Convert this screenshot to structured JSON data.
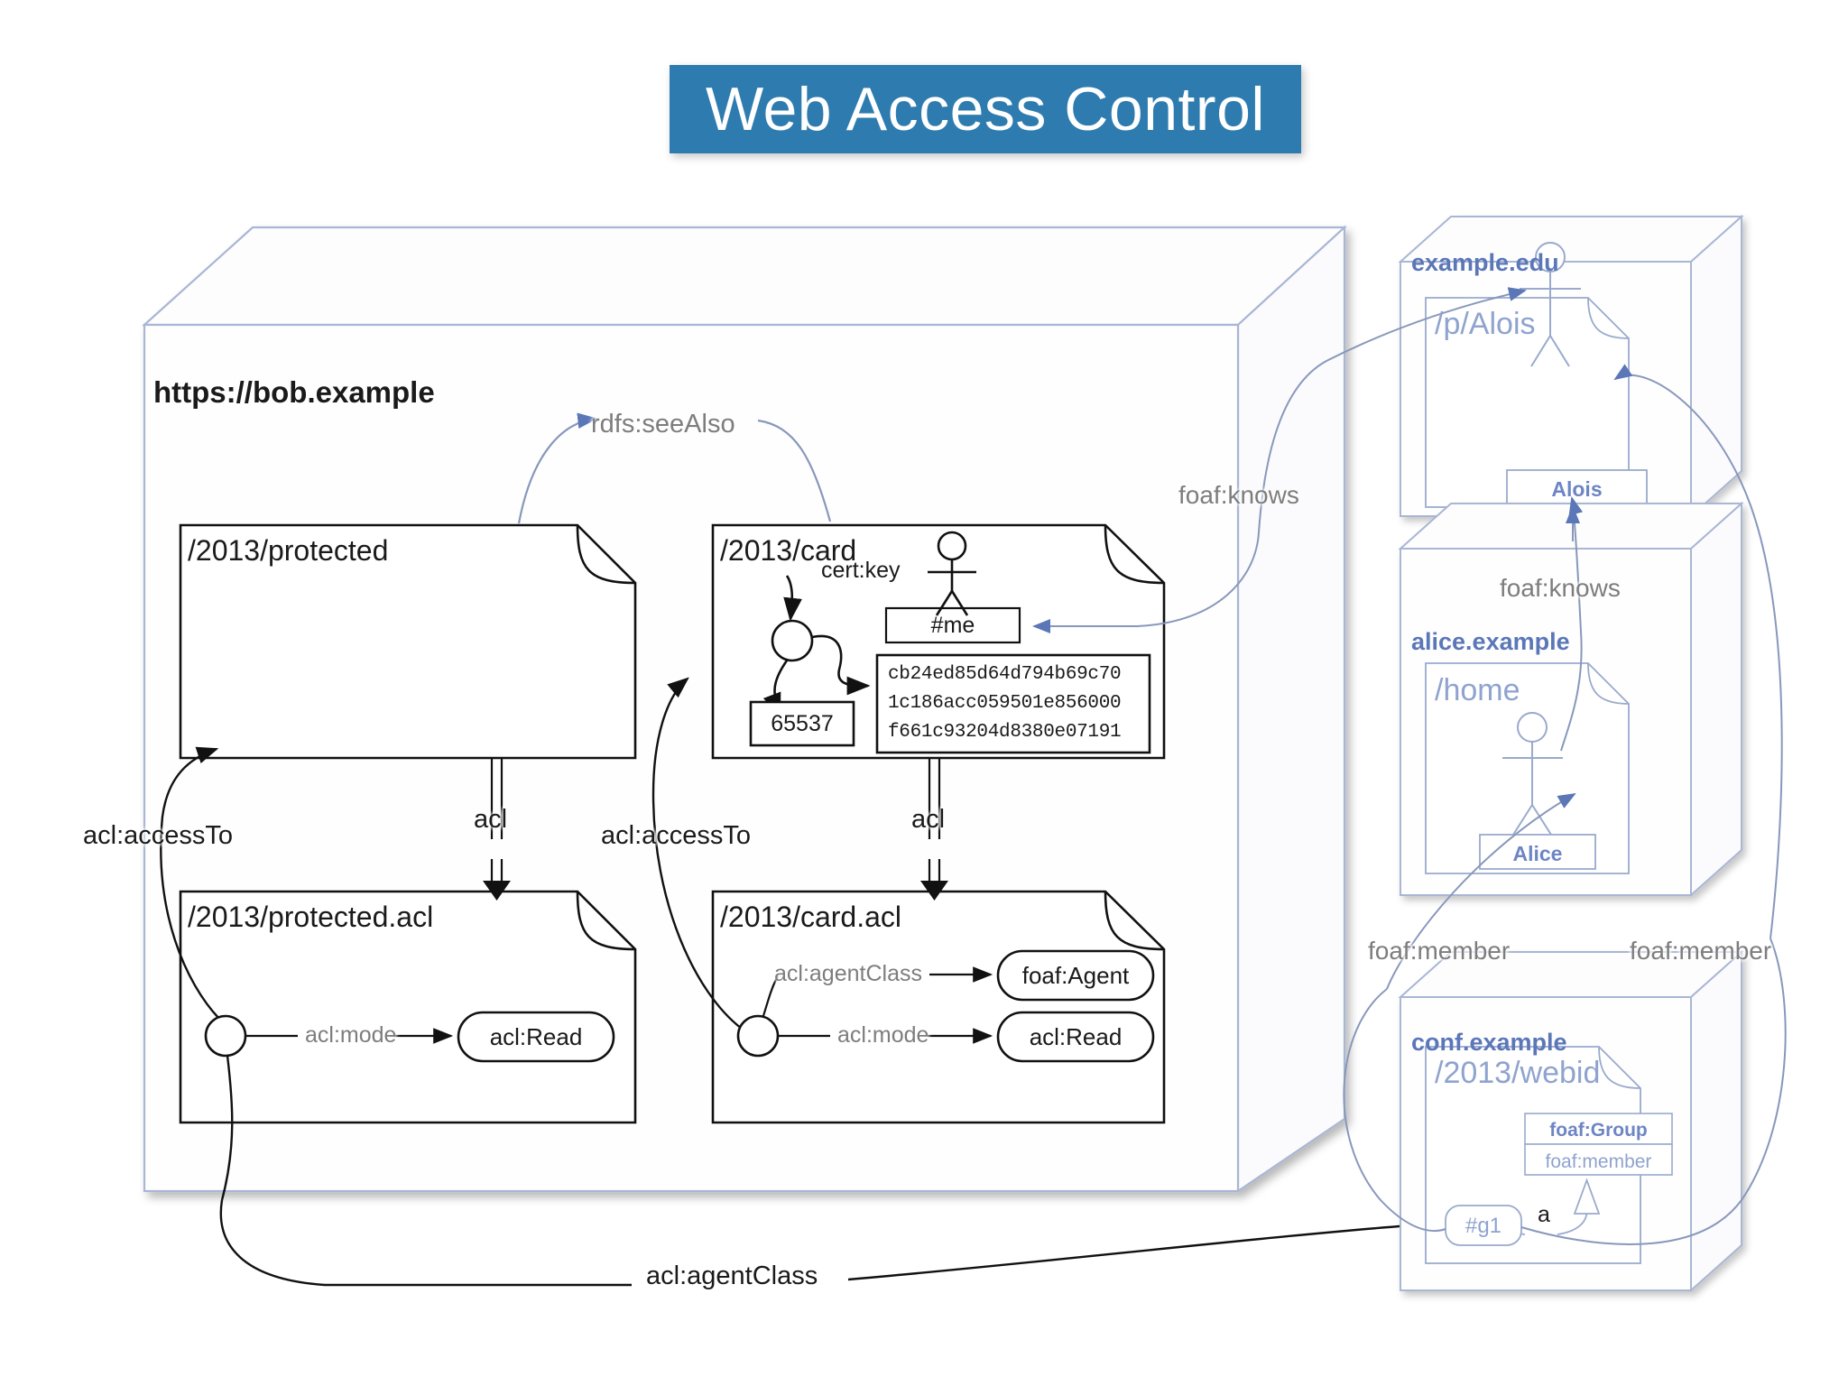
{
  "title": {
    "text": "Web Access Control",
    "banner_color": "#2e7caf",
    "text_color": "#ffffff"
  },
  "colors": {
    "blue_accent": "#5b77b8",
    "light_blue": "#8fa3cf",
    "gray_label": "#7d7d7d",
    "black": "#1a1a1a"
  },
  "main_container": {
    "name": "https://bob.example",
    "documents": [
      {
        "id": "protected",
        "label": "/2013/protected"
      },
      {
        "id": "card",
        "label": "/2013/card"
      },
      {
        "id": "protected_acl",
        "label": "/2013/protected.acl"
      },
      {
        "id": "card_acl",
        "label": "/2013/card.acl"
      }
    ],
    "card_contents": {
      "cert_key_label": "cert:key",
      "me_node": "#me",
      "exponent": "65537",
      "modulus_lines": [
        "cb24ed85d64d794b69c70",
        "1c186acc059501e856000",
        "f661c93204d8380e07191"
      ]
    },
    "protected_acl_contents": {
      "mode_label": "acl:mode",
      "mode_value": "acl:Read"
    },
    "card_acl_contents": {
      "agent_class_label": "acl:agentClass",
      "agent_class_value": "foaf:Agent",
      "mode_label": "acl:mode",
      "mode_value": "acl:Read"
    }
  },
  "edges": {
    "rdfs_see_also": "rdfs:seeAlso",
    "acl_left": "acl",
    "acl_right": "acl",
    "acl_access_to_left": "acl:accessTo",
    "acl_access_to_right": "acl:accessTo",
    "acl_agent_class_bottom": "acl:agentClass",
    "foaf_knows_left": "foaf:knows",
    "foaf_knows_right": "foaf:knows",
    "foaf_member_left": "foaf:member",
    "foaf_member_right": "foaf:member",
    "rdf_type": "a"
  },
  "remote_containers": [
    {
      "id": "example_edu",
      "host": "example.edu",
      "document": "/p/Alois",
      "person_name": "Alois"
    },
    {
      "id": "alice_example",
      "host": "alice.example",
      "document": "/home",
      "person_name": "Alice"
    },
    {
      "id": "conf_example",
      "host": "conf.example",
      "document": "/2013/webid",
      "class_box": {
        "header": "foaf:Group",
        "property": "foaf:member"
      },
      "group_node": "#g1"
    }
  ]
}
